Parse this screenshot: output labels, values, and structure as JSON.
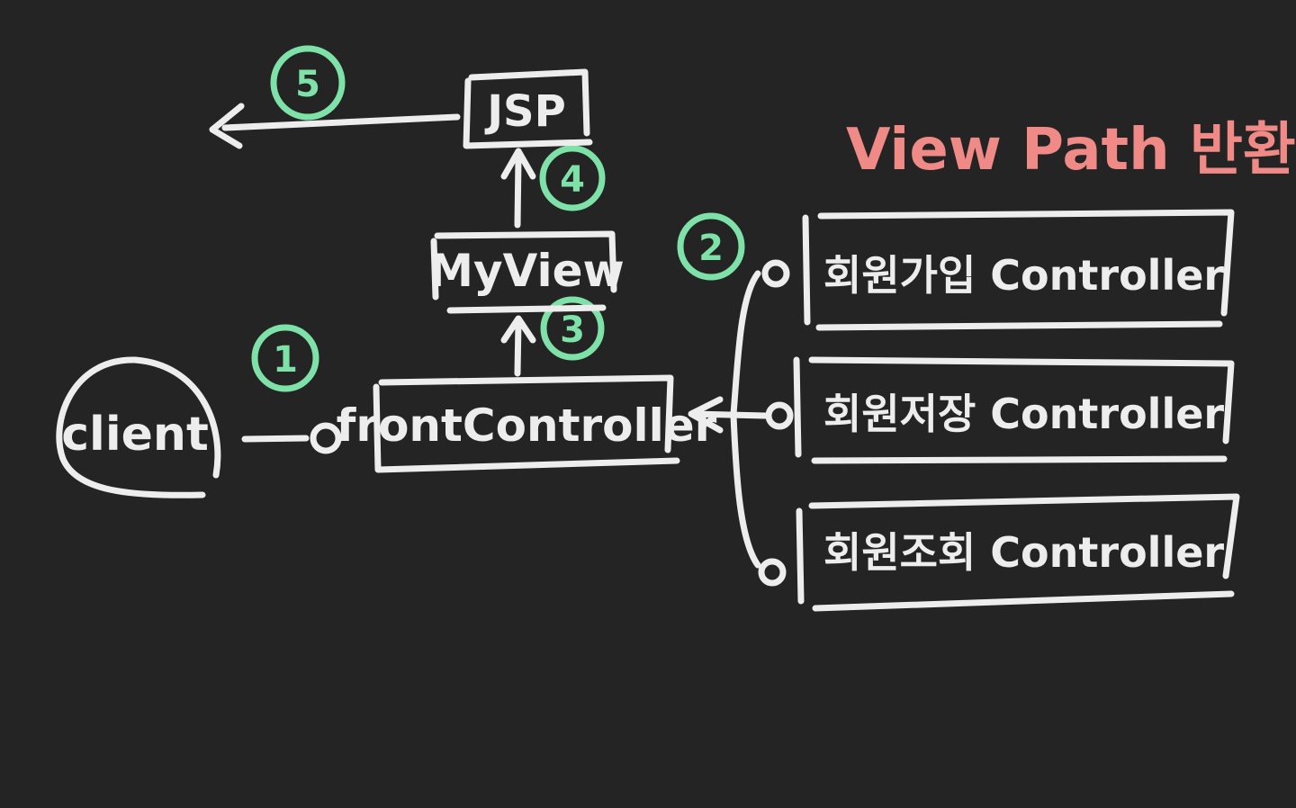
{
  "diagram": {
    "client": "client",
    "front_controller": "frontController",
    "my_view": "MyView",
    "jsp": "JSP",
    "view_path_note": "View Path 반환",
    "controllers": [
      "회원가입 Controller",
      "회원저장 Controller",
      "회원조회 Controller"
    ],
    "steps": [
      "1",
      "2",
      "3",
      "4",
      "5"
    ]
  },
  "colors": {
    "background": "#242424",
    "chalk": "#ededed",
    "step_green": "#7ee2a8",
    "note_pink": "#f08a86"
  }
}
